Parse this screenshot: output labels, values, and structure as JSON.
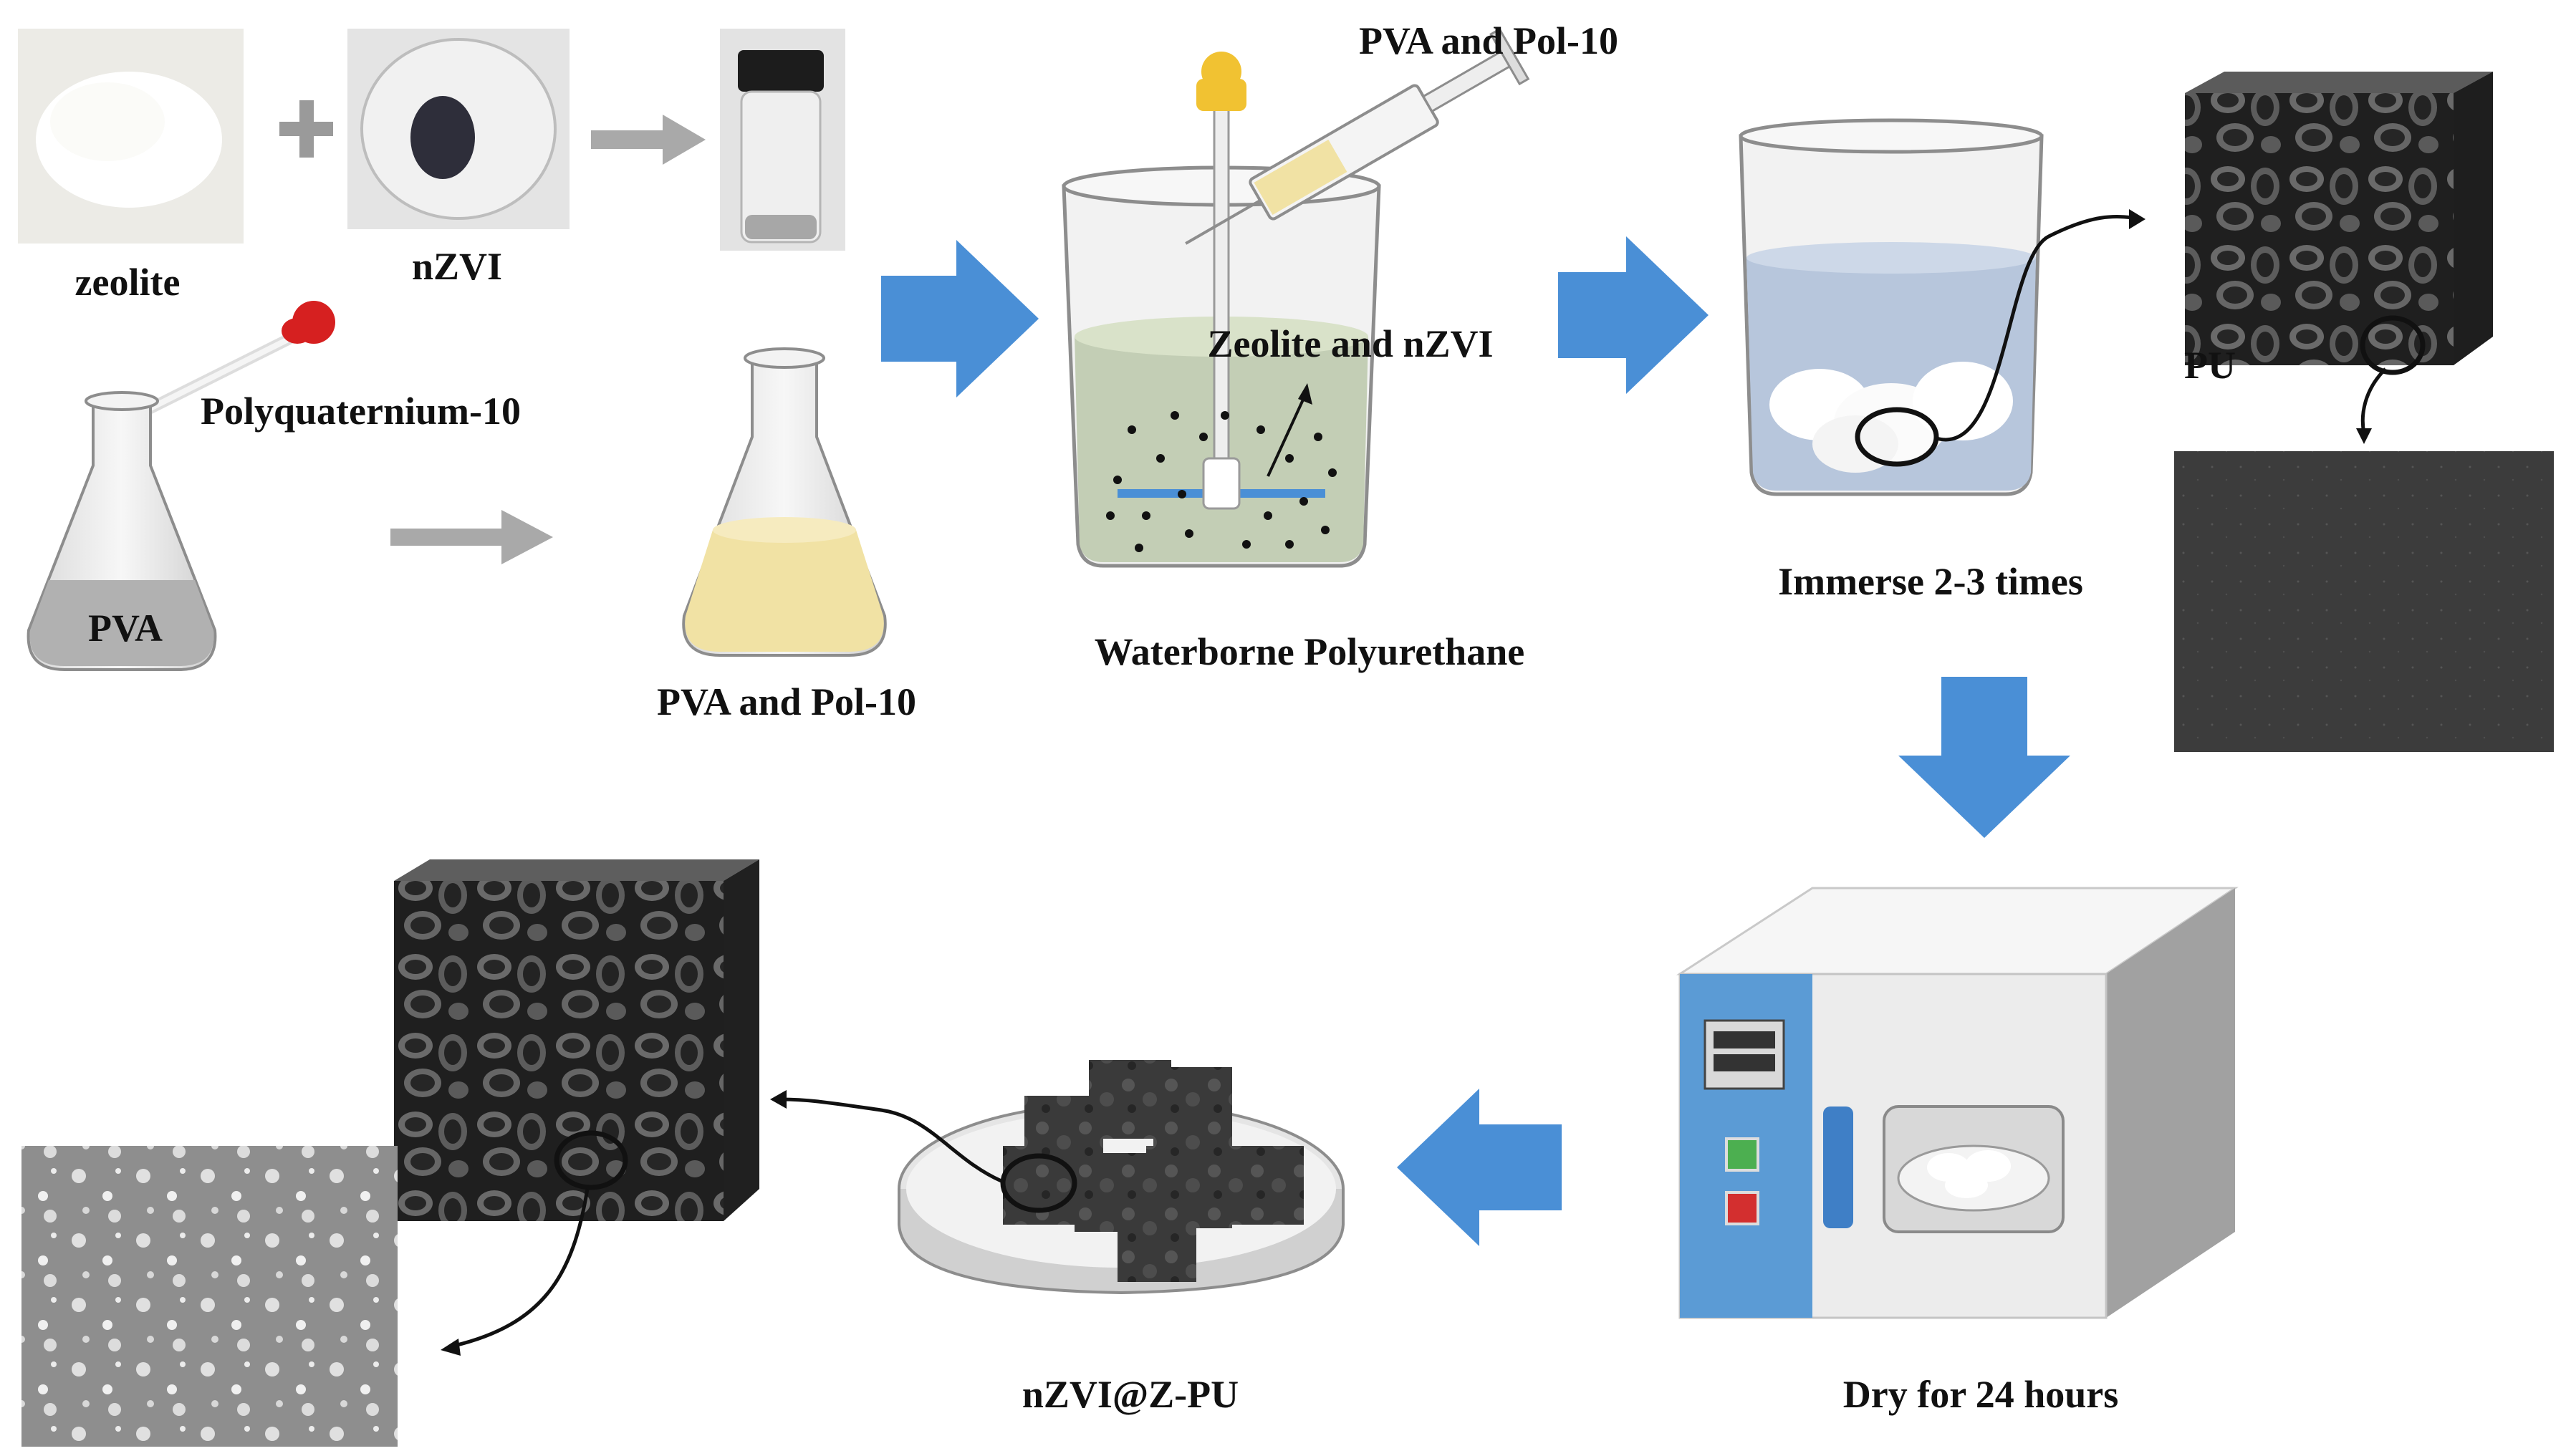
{
  "labels": {
    "zeolite": "zeolite",
    "nzvi": "nZVI",
    "polyquaternium": "Polyquaternium-10",
    "pva": "PVA",
    "pva_pol": "PVA and Pol-10",
    "syringe": "PVA and Pol-10",
    "zeolite_nzvi": "Zeolite and nZVI",
    "waterborne": "Waterborne Polyurethane",
    "immerse": "Immerse 2-3 times",
    "pu": "PU",
    "dry": "Dry for 24 hours",
    "product": "nZVI@Z-PU"
  },
  "colors": {
    "flow_arrow": "#4a8fd6",
    "gray_arrow": "#a9a9a9",
    "liquid_yellow": "#f1e2a4",
    "liquid_green": "#c3ceb5",
    "water_blue": "#b7c6dc",
    "oven_blue": "#5b9bd5",
    "pipette_red": "#d62020",
    "stirrer_yellow": "#f1c232",
    "foam_dark": "#2a2a2a",
    "sem_dark": "#3d3d3d"
  }
}
